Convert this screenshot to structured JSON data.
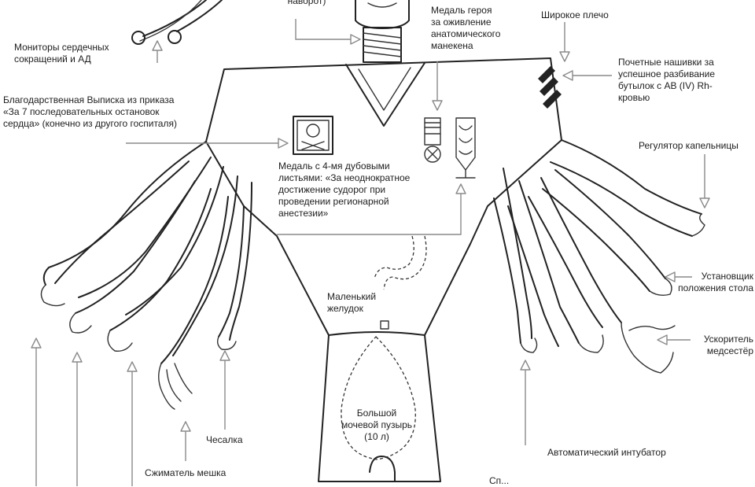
{
  "labels": {
    "top_partial": "наворот)",
    "monitors": "Мониторы сердечных\nсокращений и АД",
    "gratitude": "Благодарственная Выписка из приказа\n«За 7 последовательных остановок\nсердца» (конечно из другого госпиталя)",
    "hero_medal": "Медаль героя\nза оживление\nанатомического\nманекена",
    "wide_shoulder": "Широкое плечо",
    "honor_stripes": "Почетные нашивки за\nуспешное разбивание\nбутылок с АВ (IV) Rh-\nкровью",
    "drip_regulator": "Регулятор капельницы",
    "oak_medal": "Медаль с 4-мя дубовыми\nлистьями: «За неоднократное\nдостижение судорог при\nпроведении регионарной\nанестезии»",
    "small_stomach": "Маленький\nжелудок",
    "table_installer": "Установщик\nположения стола",
    "nurse_accelerator": "Ускоритель\nмедсестёр",
    "scratcher": "Чесалка",
    "bladder": "Большой\nмочевой пузырь\n(10 л)",
    "auto_intubator": "Автоматический интубатор",
    "bag_squeezer": "Сжиматель мешка",
    "bottom_partial": "Сп..."
  }
}
